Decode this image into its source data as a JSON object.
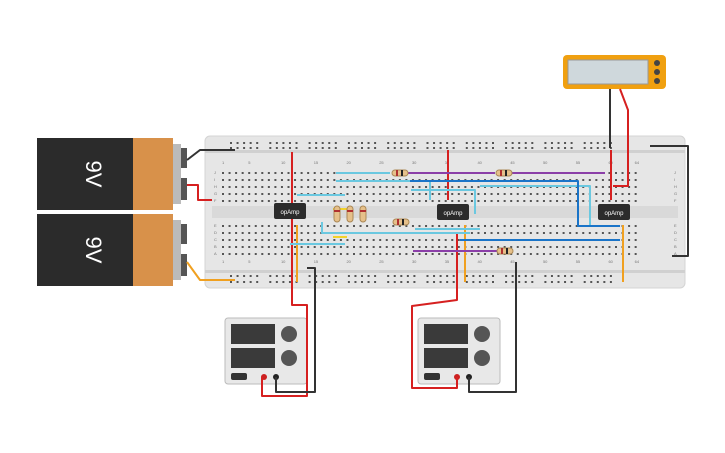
{
  "batteries": [
    {
      "label": "9V"
    },
    {
      "label": "9V"
    }
  ],
  "opamps": [
    {
      "label": "opAmp"
    },
    {
      "label": "opAmp"
    },
    {
      "label": "opAmp"
    }
  ],
  "breadboard": {
    "column_numbers": [
      "1",
      "5",
      "10",
      "15",
      "20",
      "25",
      "30",
      "35",
      "40",
      "45",
      "50",
      "55",
      "60",
      "64"
    ],
    "row_letters_top": [
      "J",
      "I",
      "H",
      "G",
      "F"
    ],
    "row_letters_bottom": [
      "E",
      "D",
      "C",
      "B",
      "A"
    ]
  },
  "power_supplies": [
    {
      "name": "power-supply-left"
    },
    {
      "name": "power-supply-right"
    }
  ],
  "multimeter": {
    "name": "multimeter"
  },
  "colors": {
    "battery_body": "#2b2b2b",
    "battery_cap": "#d8914a",
    "breadboard": "#e6e6e6",
    "red_wire": "#d62020",
    "black_wire": "#333333",
    "orange_wire": "#f0a020",
    "cyan_wire": "#6ac8e0",
    "blue_wire": "#1a74c8",
    "purple_wire": "#8b3fa8",
    "meter_frame": "#f0a010"
  }
}
